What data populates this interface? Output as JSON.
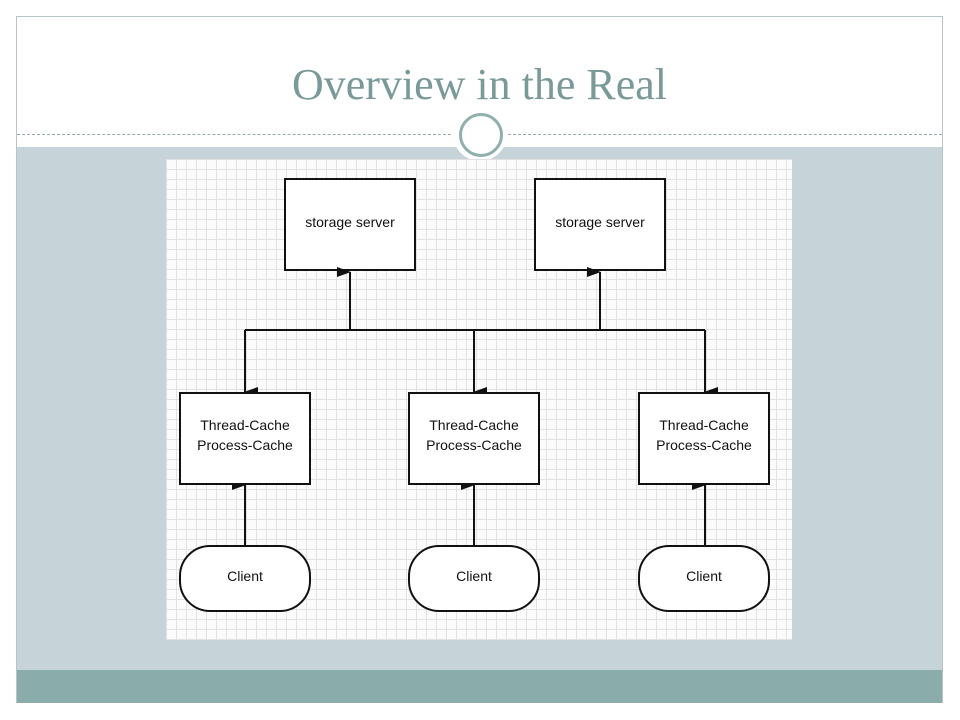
{
  "slide": {
    "title": "Overview in the Real"
  },
  "diagram": {
    "storage_servers": [
      {
        "label": "storage server"
      },
      {
        "label": "storage server"
      }
    ],
    "caches": [
      {
        "line1": "Thread-Cache",
        "line2": "Process-Cache"
      },
      {
        "line1": "Thread-Cache",
        "line2": "Process-Cache"
      },
      {
        "line1": "Thread-Cache",
        "line2": "Process-Cache"
      }
    ],
    "clients": [
      {
        "label": "Client"
      },
      {
        "label": "Client"
      },
      {
        "label": "Client"
      }
    ]
  },
  "colors": {
    "title": "#7a9a9a",
    "content_band": "#c6d3d8",
    "bottom_band": "#8aacaa",
    "ornament": "#8fb0ad"
  }
}
